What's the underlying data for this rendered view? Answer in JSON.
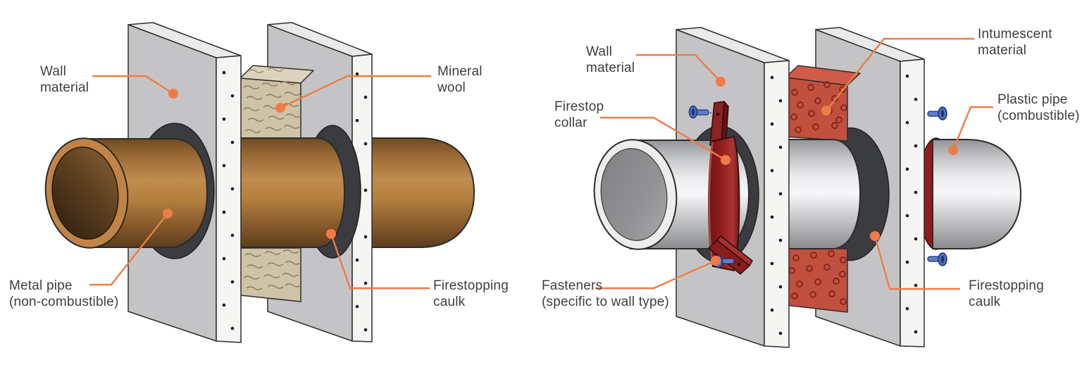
{
  "figure": {
    "description_left": "Metal pipe wall penetration firestopping diagram",
    "description_right": "Plastic pipe wall penetration firestopping diagram"
  },
  "colors": {
    "leader_orange": "#F07C45",
    "label_text": "#3E3E3E",
    "wall_gray": "#C4C4C6",
    "wall_edge_white": "#F5F5F3",
    "caulk_dark": "#3B3C3F",
    "metal_pipe_copper": "#BF8B4E",
    "plastic_pipe_gray": "#ECEDEF",
    "mineral_wool_tan": "#CEC2A7",
    "collar_red": "#8E1F1F",
    "intumescent_red": "#C1503F",
    "fastener_blue": "#4E74C8"
  },
  "diagrams": {
    "left": {
      "labels": {
        "wall_material": {
          "text": "Wall\nmaterial"
        },
        "mineral_wool": {
          "text": "Mineral\nwool"
        },
        "metal_pipe": {
          "text": "Metal pipe\n(non-combustible)"
        },
        "firestopping_caulk": {
          "text": "Firestopping\ncaulk"
        }
      }
    },
    "right": {
      "labels": {
        "wall_material": {
          "text": "Wall\nmaterial"
        },
        "firestop_collar": {
          "text": "Firestop\ncollar"
        },
        "intumescent_material": {
          "text": "Intumescent\nmaterial"
        },
        "plastic_pipe": {
          "text": "Plastic pipe\n(combustible)"
        },
        "fasteners": {
          "text": "Fasteners\n(specific to wall type)"
        },
        "firestopping_caulk": {
          "text": "Firestopping\ncaulk"
        }
      }
    }
  }
}
